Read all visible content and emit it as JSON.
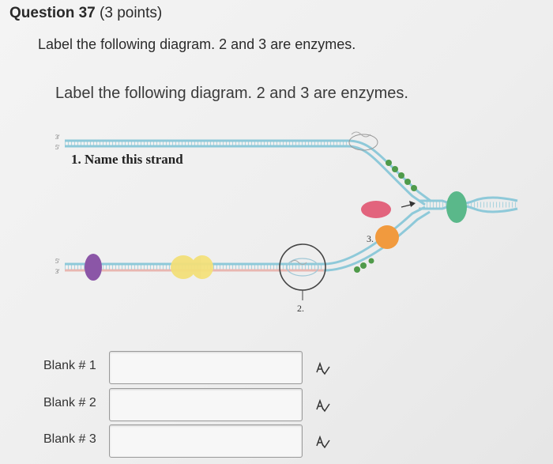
{
  "question": {
    "title": "Question 37",
    "points": "(3 points)",
    "instruction": "Label the following diagram. 2 and 3 are enzymes."
  },
  "diagram": {
    "caption": "Label the following diagram. 2 and 3 are enzymes.",
    "strand_label": "1. Name this strand",
    "label_2": "2.",
    "label_3": "3.",
    "end_3prime_top": "3'",
    "end_5prime_top": "5'",
    "end_5prime_bottom": "5'",
    "end_3prime_bottom": "3'",
    "colors": {
      "template_strand": "#8ec9d9",
      "new_strand": "#e8b7b1",
      "purple_protein": "#8b56a7",
      "yellow_protein": "#f3e07a",
      "pink_protein": "#e2647d",
      "orange_enzyme": "#f19a3e",
      "green_protein": "#5ab88a",
      "bead_green": "#4f9a4a"
    }
  },
  "blanks": [
    {
      "label": "Blank # 1",
      "value": "",
      "icon": "spellcheck-icon"
    },
    {
      "label": "Blank # 2",
      "value": "",
      "icon": "spellcheck-icon"
    },
    {
      "label": "Blank # 3",
      "value": "",
      "icon": "spellcheck-icon"
    }
  ]
}
